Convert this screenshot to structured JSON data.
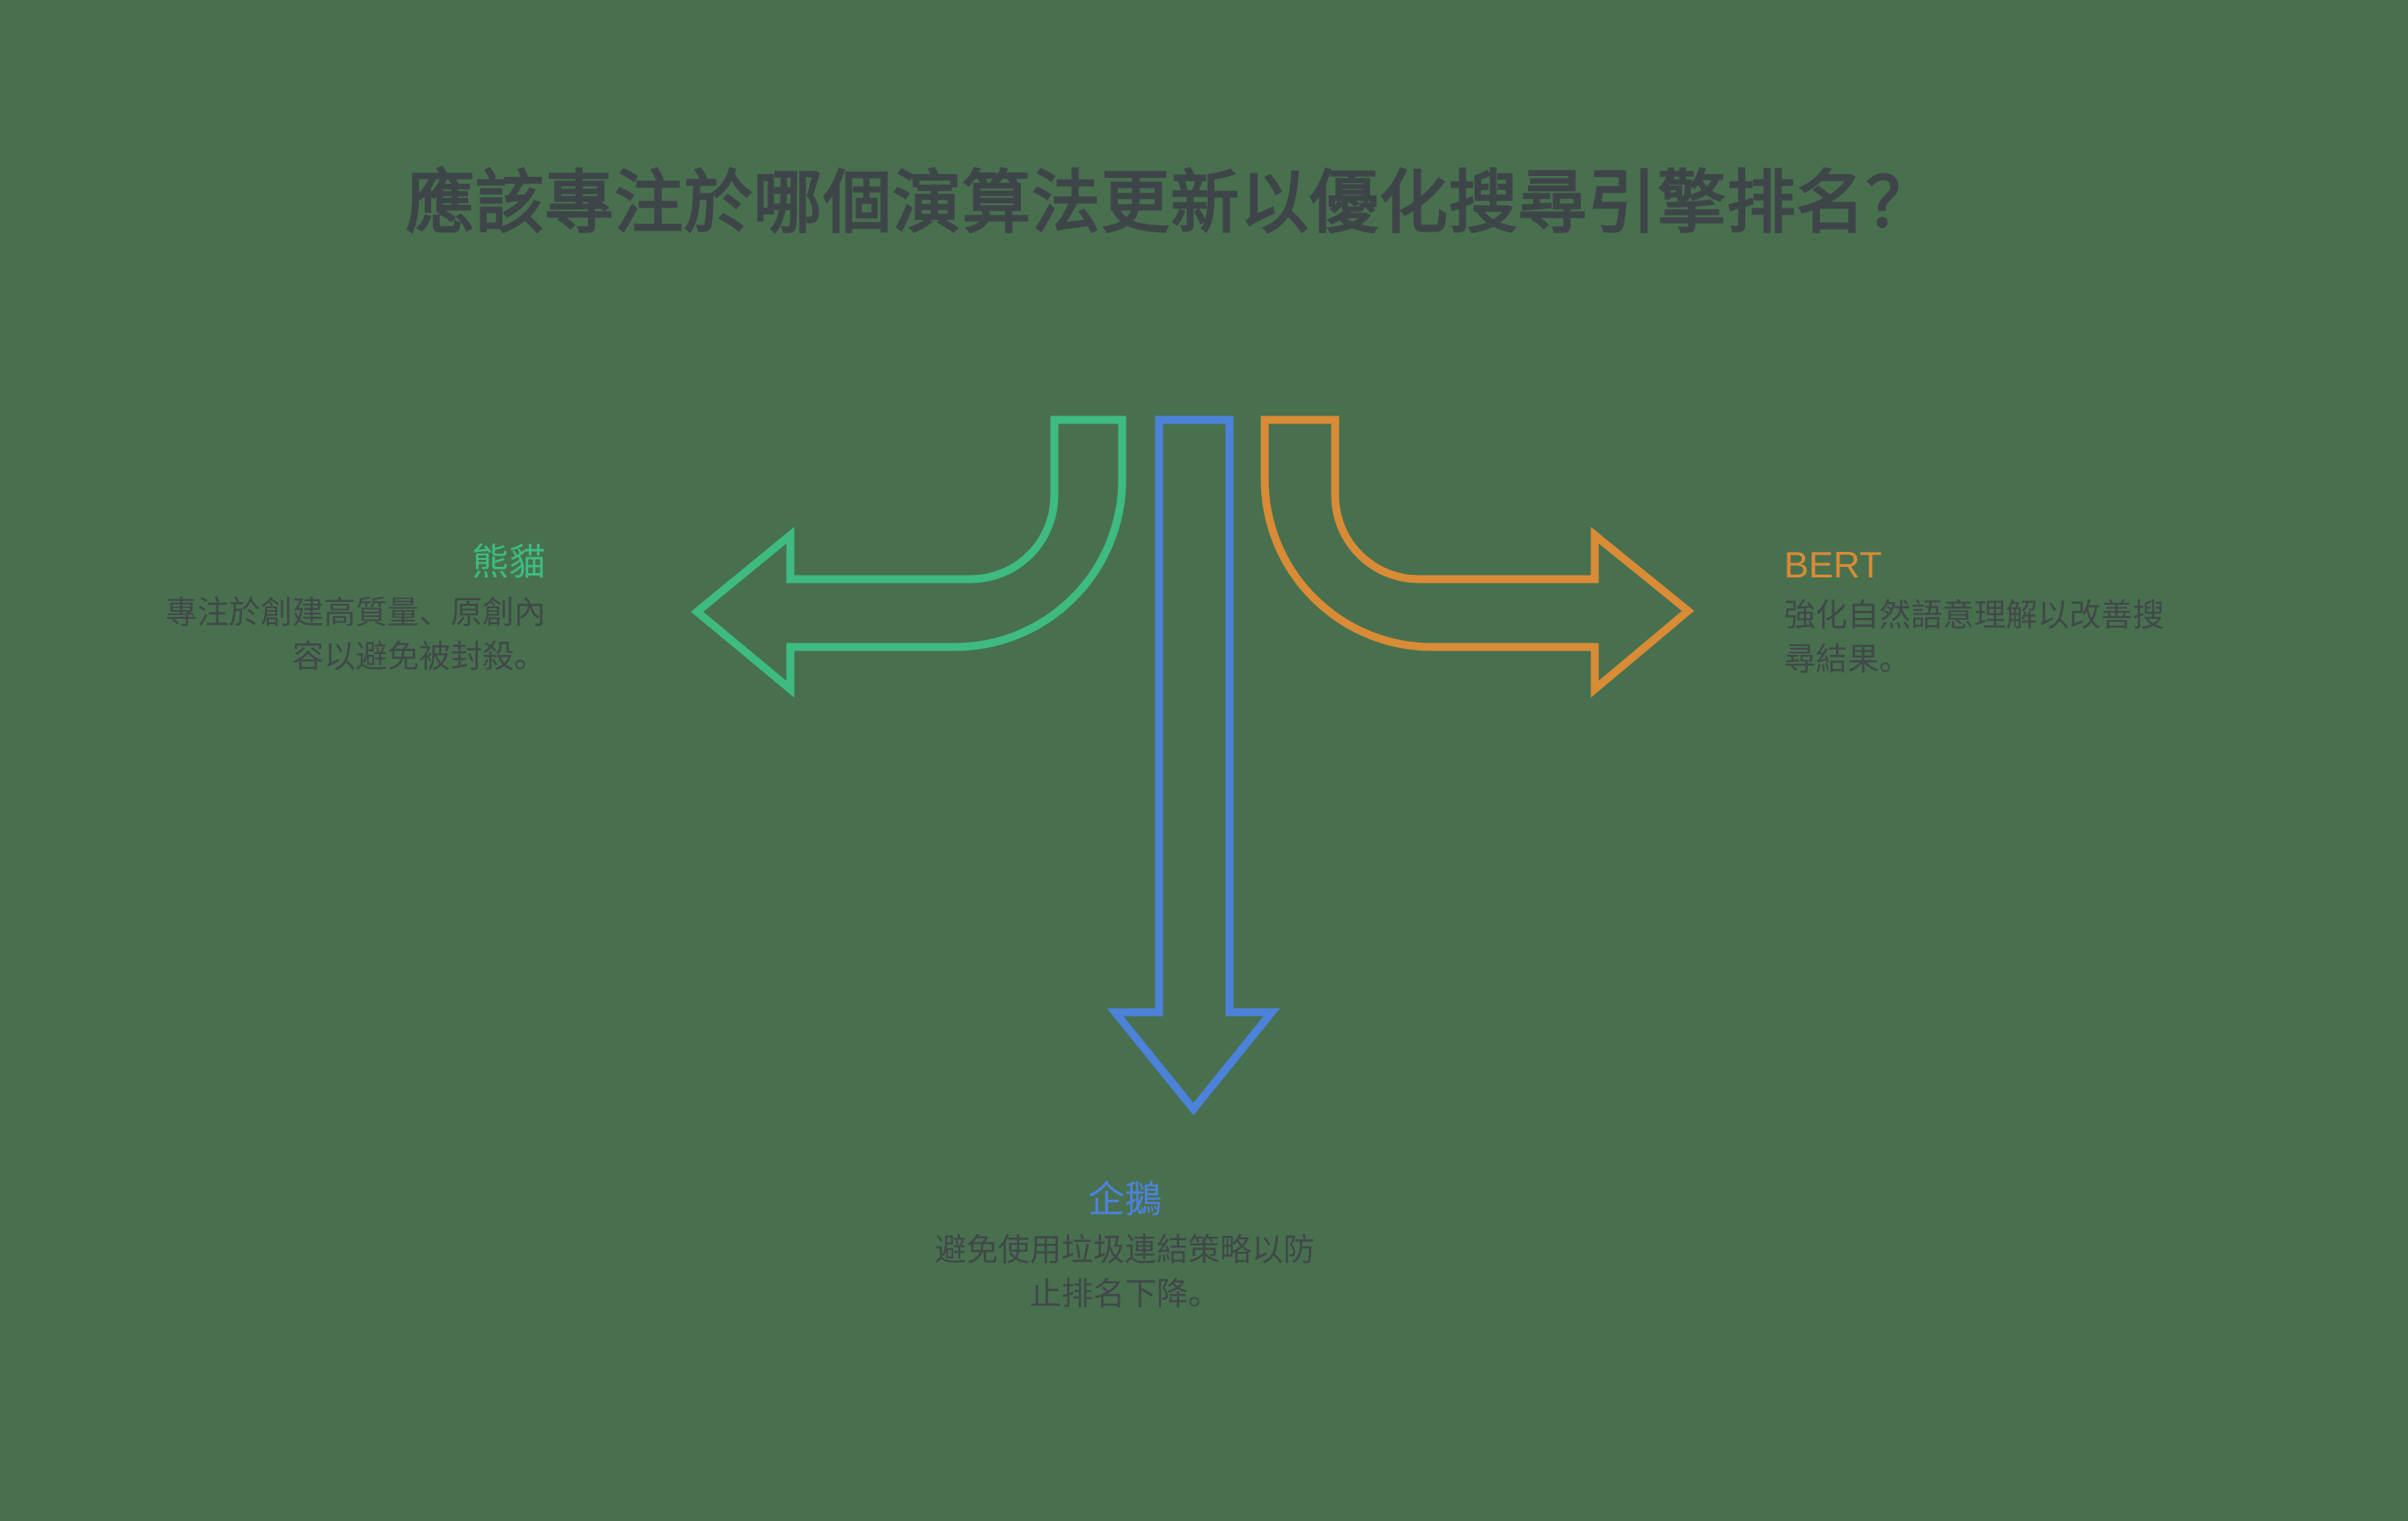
{
  "background_color": "#48704F",
  "title": {
    "text": "應該專注於哪個演算法更新以優化搜尋引擎排名？",
    "color": "#3E4548"
  },
  "branches": [
    {
      "id": "panda",
      "label": "熊貓",
      "description": "專注於創建高質量、原創內容以避免被封殺。",
      "color": "#3EBB81",
      "direction": "left"
    },
    {
      "id": "penguin",
      "label": "企鵝",
      "description": "避免使用垃圾連結策略以防止排名下降。",
      "color": "#4D82DA",
      "direction": "down"
    },
    {
      "id": "bert",
      "label": "BERT",
      "description": "強化自然語意理解以改善搜尋結果。",
      "color": "#D98B36",
      "direction": "right"
    }
  ],
  "text_color": "#414849"
}
